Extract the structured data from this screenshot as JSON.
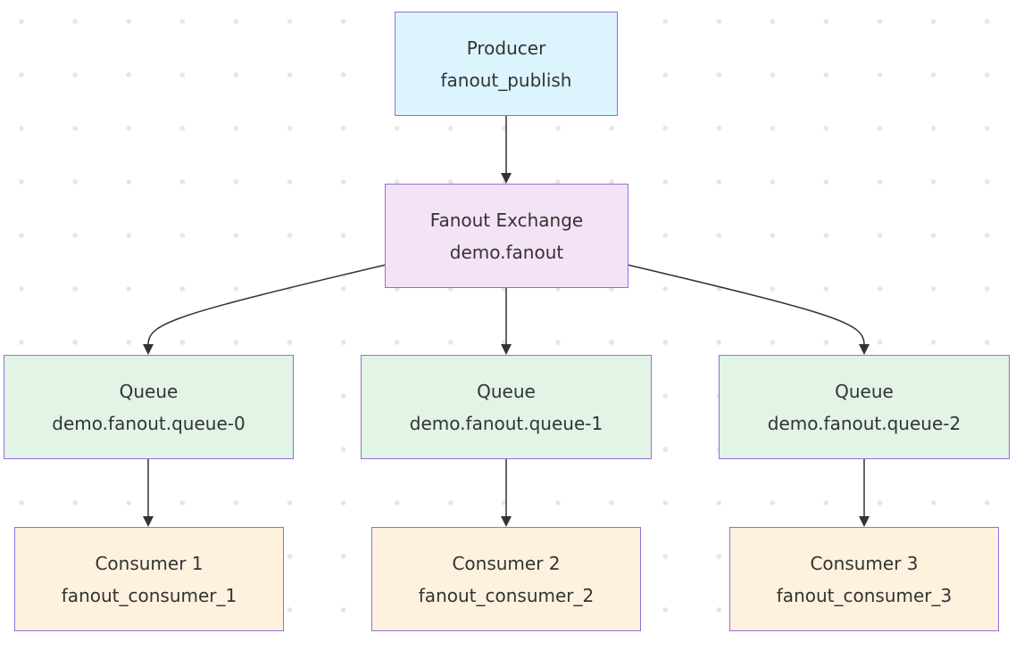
{
  "diagram": {
    "colors": {
      "border": "#9370db",
      "edge": "#333333",
      "text": "#333333",
      "producer_fill": "#dcf4fd",
      "exchange_fill": "#f4e3f6",
      "queue_fill": "#e2f4e5",
      "consumer_fill": "#fef1de"
    },
    "producer": {
      "title": "Producer",
      "subtitle": "fanout_publish"
    },
    "exchange": {
      "title": "Fanout Exchange",
      "subtitle": "demo.fanout"
    },
    "queues": [
      {
        "title": "Queue",
        "subtitle": "demo.fanout.queue-0"
      },
      {
        "title": "Queue",
        "subtitle": "demo.fanout.queue-1"
      },
      {
        "title": "Queue",
        "subtitle": "demo.fanout.queue-2"
      }
    ],
    "consumers": [
      {
        "title": "Consumer 1",
        "subtitle": "fanout_consumer_1"
      },
      {
        "title": "Consumer 2",
        "subtitle": "fanout_consumer_2"
      },
      {
        "title": "Consumer 3",
        "subtitle": "fanout_consumer_3"
      }
    ],
    "edges": [
      {
        "from": "producer",
        "to": "exchange"
      },
      {
        "from": "exchange",
        "to": "queue-0"
      },
      {
        "from": "exchange",
        "to": "queue-1"
      },
      {
        "from": "exchange",
        "to": "queue-2"
      },
      {
        "from": "queue-0",
        "to": "consumer-1"
      },
      {
        "from": "queue-1",
        "to": "consumer-2"
      },
      {
        "from": "queue-2",
        "to": "consumer-3"
      }
    ]
  }
}
